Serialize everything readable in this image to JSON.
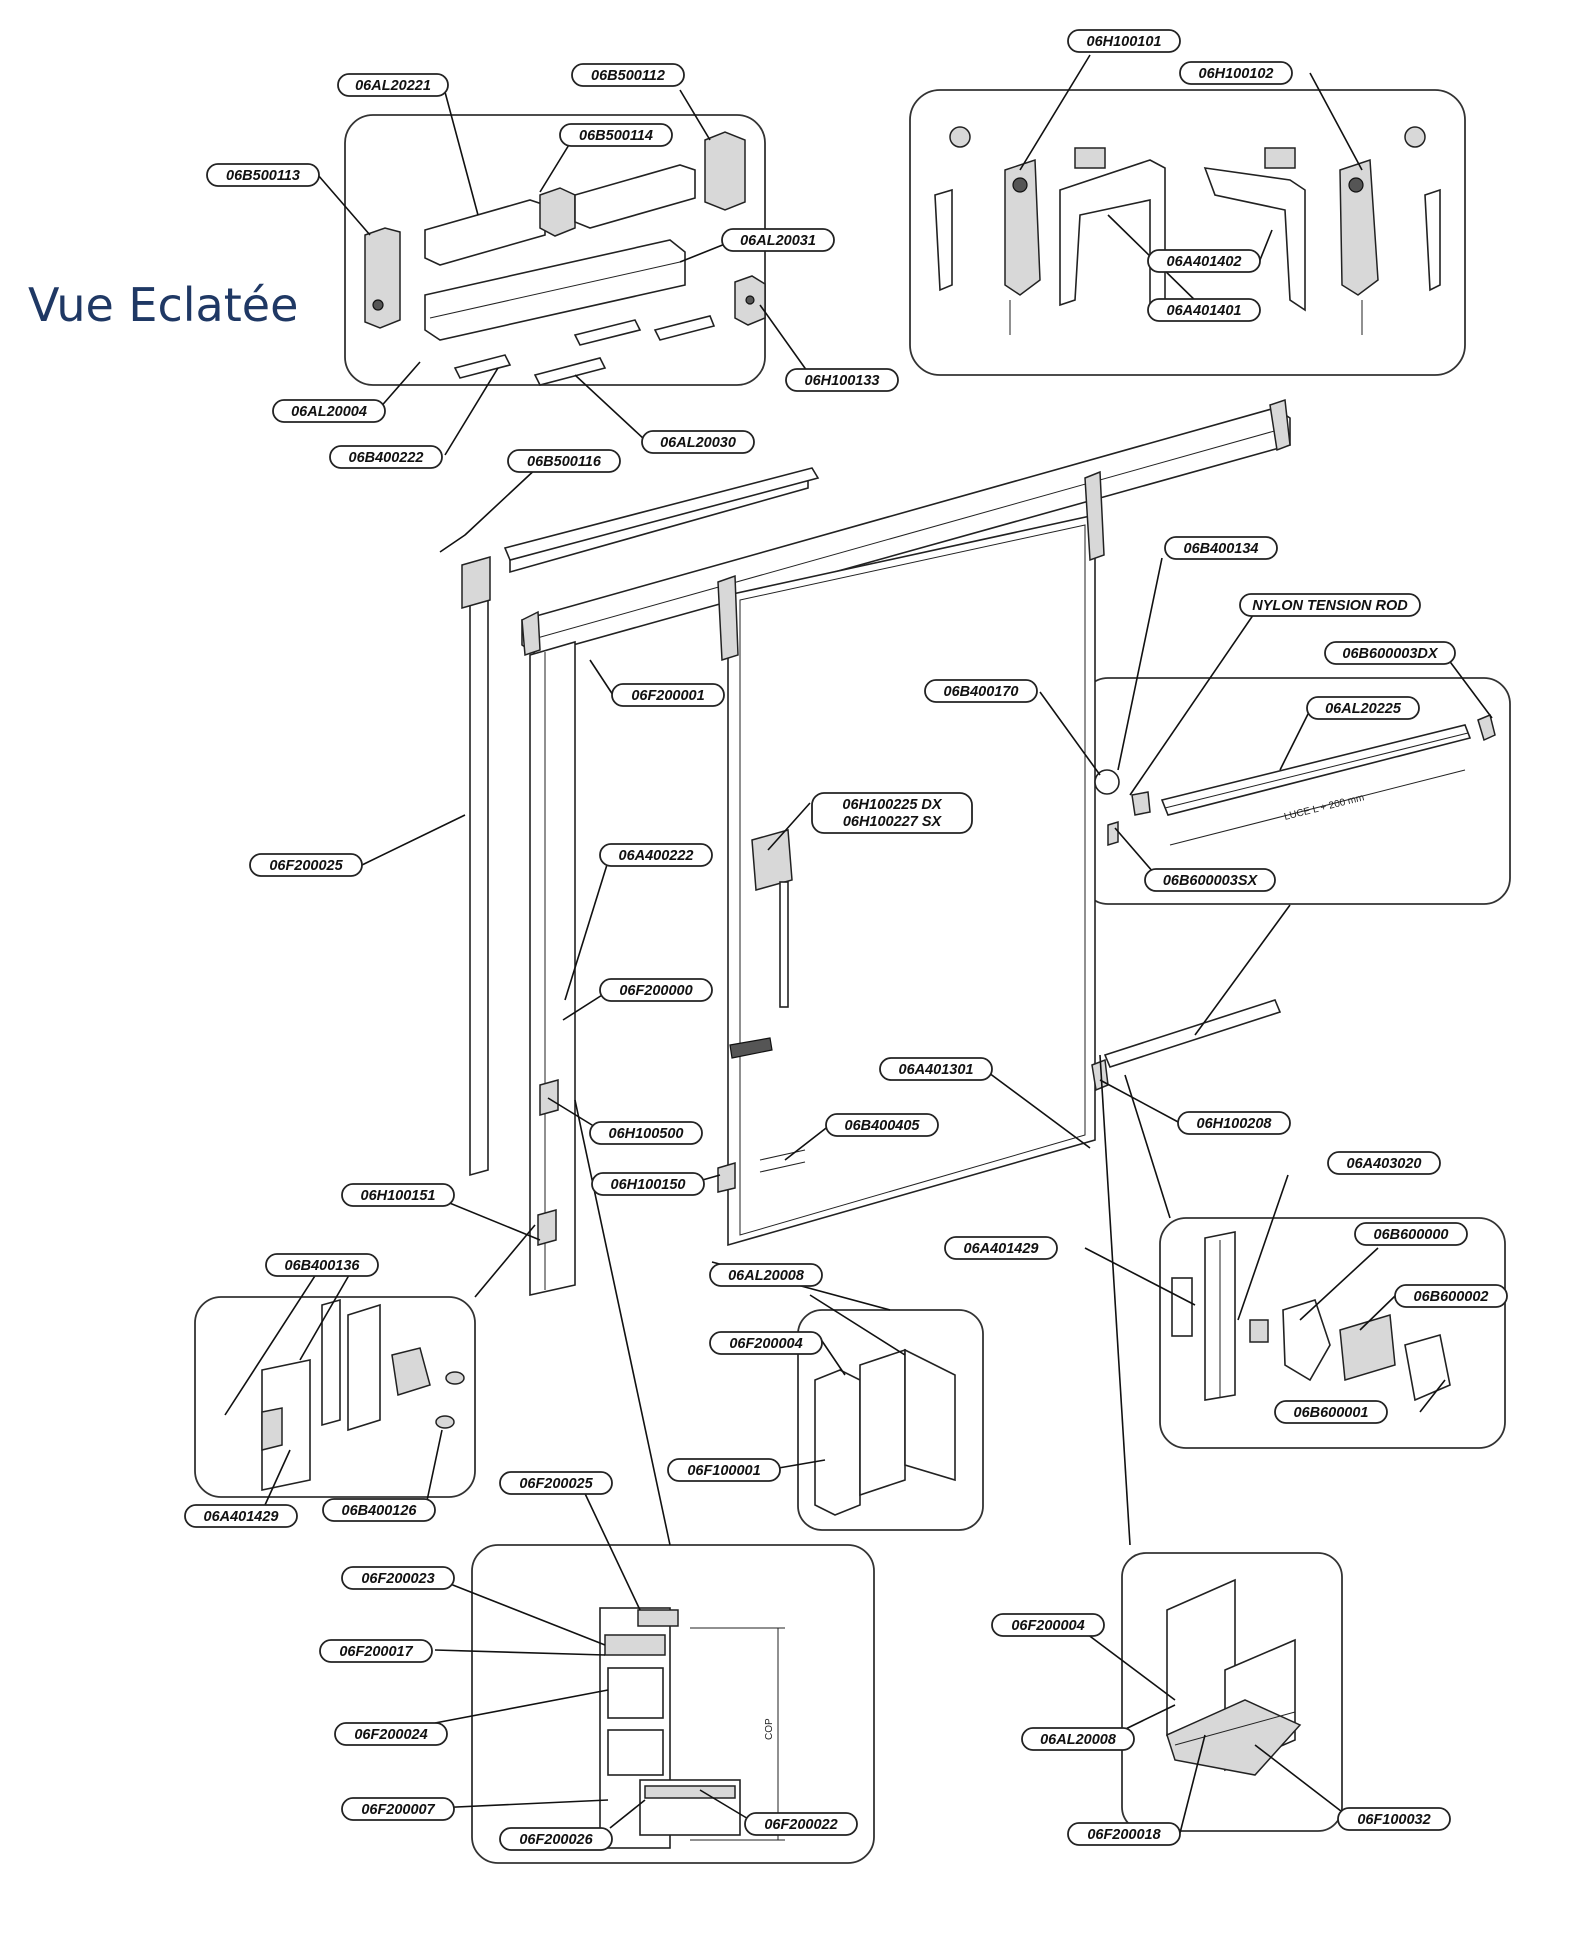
{
  "title": "Vue Eclatée",
  "labels": {
    "l_06AL20221": "06AL20221",
    "l_06B500112": "06B500112",
    "l_06B500114": "06B500114",
    "l_06B500113": "06B500113",
    "l_06AL20031": "06AL20031",
    "l_06H100133": "06H100133",
    "l_06AL20004": "06AL20004",
    "l_06AL20030": "06AL20030",
    "l_06B400222": "06B400222",
    "l_06H100101": "06H100101",
    "l_06H100102": "06H100102",
    "l_06A401402": "06A401402",
    "l_06A401401": "06A401401",
    "l_06B500116": "06B500116",
    "l_06F200001": "06F200001",
    "l_06B400134": "06B400134",
    "l_nylon": "NYLON TENSION ROD",
    "l_06B600003DX": "06B600003DX",
    "l_06B400170": "06B400170",
    "l_06AL20225": "06AL20225",
    "l_06B600003SX": "06B600003SX",
    "l_06H100225": "06H100225 DX",
    "l_06H100227": "06H100227 SX",
    "l_06F200025a": "06F200025",
    "l_06A400222": "06A400222",
    "l_06F200000": "06F200000",
    "l_06A401301": "06A401301",
    "l_06H100500": "06H100500",
    "l_06B400405": "06B400405",
    "l_06H100208": "06H100208",
    "l_06H100151": "06H100151",
    "l_06H100150": "06H100150",
    "l_06A403020": "06A403020",
    "l_06B400136": "06B400136",
    "l_06AL20008a": "06AL20008",
    "l_06A401429a": "06A401429",
    "l_06B600000": "06B600000",
    "l_06B600002": "06B600002",
    "l_06F200004a": "06F200004",
    "l_06B600001": "06B600001",
    "l_06F100001": "06F100001",
    "l_06A401429b": "06A401429",
    "l_06B400126": "06B400126",
    "l_06F200025b": "06F200025",
    "l_06F200023": "06F200023",
    "l_06F200017": "06F200017",
    "l_06F200024": "06F200024",
    "l_06F200007": "06F200007",
    "l_06F200026": "06F200026",
    "l_06F200022": "06F200022",
    "l_06F200004b": "06F200004",
    "l_06AL20008b": "06AL20008",
    "l_06F200018": "06F200018",
    "l_06F100032": "06F100032"
  },
  "annotations": {
    "luce": "LUCE L + 200 mm",
    "cop": "COP"
  },
  "colors": {
    "title": "#1F3864",
    "line": "#222222",
    "background": "#ffffff"
  }
}
